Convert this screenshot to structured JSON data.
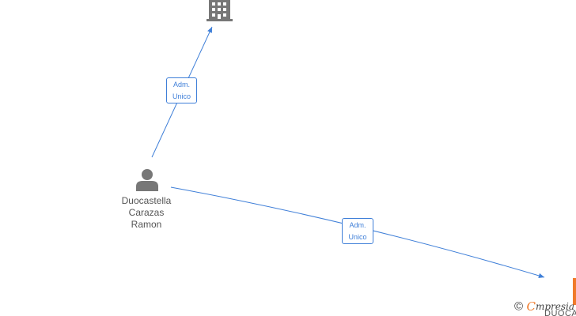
{
  "person": {
    "name_lines": [
      "Duocastella",
      "Carazas",
      "Ramon"
    ]
  },
  "edges": [
    {
      "label_lines": [
        "Adm.",
        "Unico"
      ]
    },
    {
      "label_lines": [
        "Adm.",
        "Unico"
      ]
    }
  ],
  "watermark": {
    "copyright": "©",
    "brand_first": "C",
    "brand_rest": "mpresia",
    "sub": "DUOCA"
  },
  "colors": {
    "edge": "#3f7fd8",
    "node": "#777777",
    "accent": "#f07a2a"
  }
}
